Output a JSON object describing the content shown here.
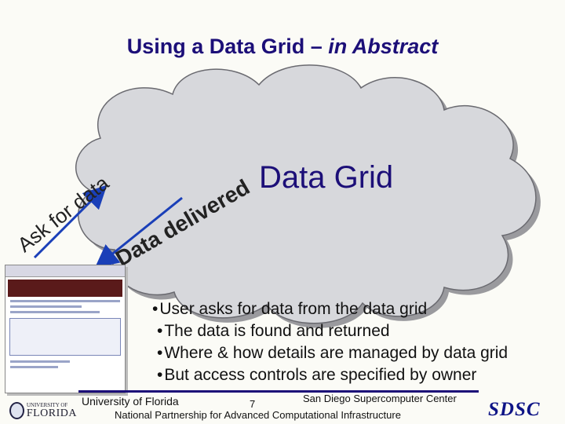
{
  "slide": {
    "title_main": "Using a Data Grid – ",
    "title_italic": "in Abstract",
    "cloud_label": "Data Grid",
    "arrow_up_label": "Ask for data",
    "arrow_down_label": "Data delivered",
    "bullets": [
      "User asks for data from the data grid",
      "The data is found and returned",
      "Where & how details are managed by data grid",
      "But access controls are specified by owner"
    ],
    "bullet_char": "•"
  },
  "footer": {
    "university": "University of Florida",
    "page_number": "7",
    "center": "San Diego Supercomputer Center",
    "partnership": "National Partnership for Advanced Computational Infrastructure",
    "uf_logo_line1": "UNIVERSITY OF",
    "uf_logo_line2": "FLORIDA",
    "sdsc_logo": "SDSC"
  },
  "colors": {
    "title": "#1c0f78",
    "cloud_fill": "#d7d8dc",
    "arrow": "#1a3fb8",
    "footer_rule": "#1c0f78"
  },
  "icons": [
    "cloud-shape",
    "arrow-up-icon",
    "arrow-down-icon",
    "browser-screenshot-thumbnail",
    "uf-logo",
    "sdsc-logo"
  ]
}
